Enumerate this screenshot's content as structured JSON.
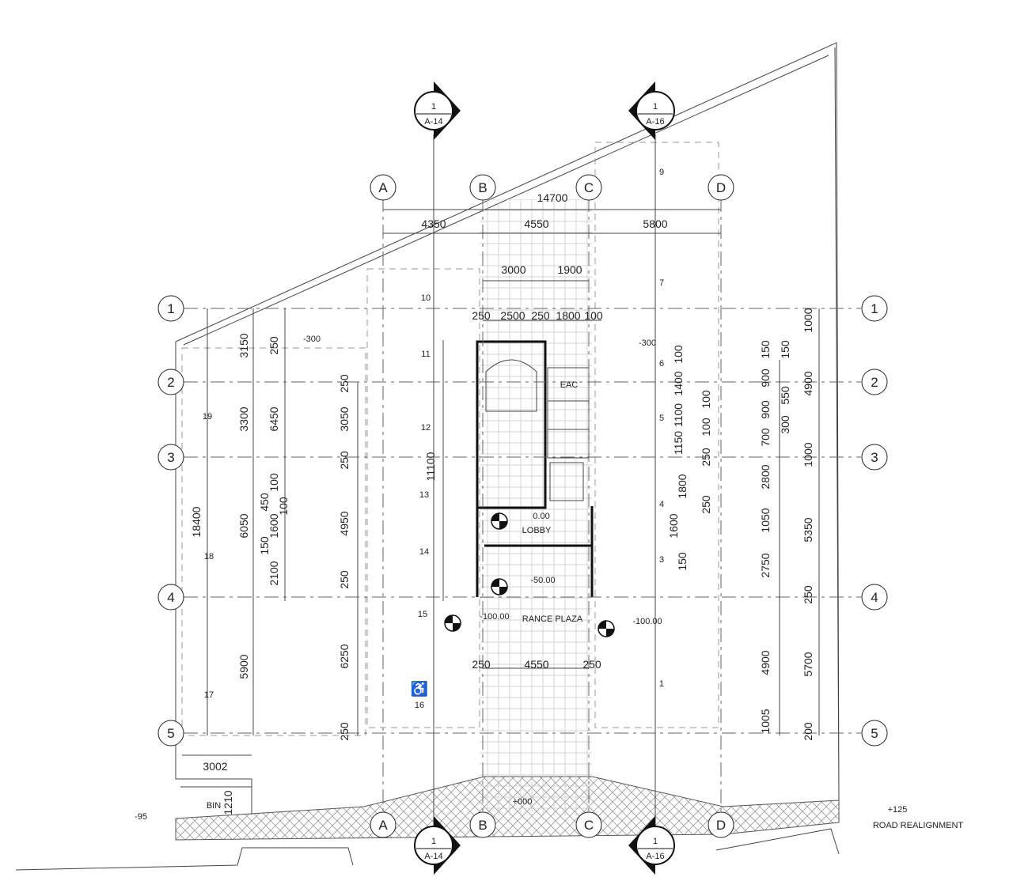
{
  "grid": {
    "columns": [
      "A",
      "B",
      "C",
      "D"
    ],
    "rows": [
      "1",
      "2",
      "3",
      "4",
      "5"
    ]
  },
  "section_markers": [
    {
      "num": "1",
      "sheet": "A-14"
    },
    {
      "num": "1",
      "sheet": "A-16"
    },
    {
      "num": "1",
      "sheet": "A-14"
    },
    {
      "num": "1",
      "sheet": "A-16"
    }
  ],
  "dimensions": {
    "top": [
      "14700",
      "4350",
      "4550",
      "5800",
      "3000",
      "1900",
      "250",
      "2500",
      "250",
      "1800",
      "100",
      "250",
      "4550",
      "250"
    ],
    "left": [
      "3150",
      "250",
      "3300",
      "6450",
      "18400",
      "6050",
      "150",
      "1600",
      "100",
      "450",
      "100",
      "2100",
      "5900",
      "3002",
      "1210",
      "250",
      "3050",
      "250",
      "4950",
      "250",
      "6250",
      "250",
      "11100"
    ],
    "right": [
      "1000",
      "4900",
      "1000",
      "250",
      "5350",
      "5700",
      "200",
      "150",
      "900",
      "700",
      "2800",
      "1050",
      "2750",
      "4900",
      "1005",
      "150",
      "550",
      "900",
      "300",
      "100",
      "1400",
      "1100",
      "1150",
      "100",
      "100",
      "1800",
      "250",
      "250",
      "1600",
      "150"
    ]
  },
  "spaces": {
    "numbers": [
      "9",
      "7",
      "10",
      "11",
      "12",
      "13",
      "14",
      "15",
      "16",
      "17",
      "18",
      "19",
      "6",
      "5",
      "4",
      "3",
      "1"
    ],
    "labels": [
      "EAC",
      "LOBBY",
      "RANCE PLAZA",
      "BIN",
      "ROAD REALIGNMENT"
    ]
  },
  "levels": [
    "-300",
    "-300",
    "0.00",
    "-50.00",
    "-100.00",
    "-100.00",
    "+000",
    "-95",
    "+125"
  ],
  "colors": {
    "line": "#222222",
    "grid": "#666666",
    "tile": "#cccccc"
  }
}
